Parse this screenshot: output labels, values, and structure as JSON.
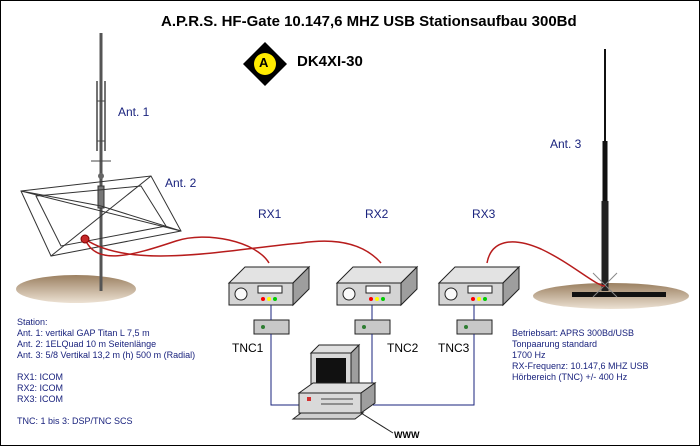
{
  "title": "A.P.R.S. HF-Gate 10.147,6 MHZ USB Stationsaufbau 300Bd",
  "logo_letter": "A",
  "callsign": "DK4XI-30",
  "antennas": {
    "ant1": "Ant. 1",
    "ant2": "Ant. 2",
    "ant3": "Ant. 3"
  },
  "receivers": [
    "RX1",
    "RX2",
    "RX3"
  ],
  "tncs": [
    "TNC1",
    "TNC2",
    "TNC3"
  ],
  "station_lines": [
    "Station:",
    "Ant. 1: vertikal GAP Titan L 7,5 m",
    "Ant. 2: 1ELQuad 10 m Seitenlänge",
    "Ant. 3: 5/8 Vertikal 13,2 m (h) 500 m (Radial)",
    "",
    "RX1: ICOM",
    "RX2: ICOM",
    "RX3: ICOM",
    "",
    "TNC: 1 bis 3: DSP/TNC SCS"
  ],
  "info_lines": [
    "Betriebsart: APRS 300Bd/USB",
    "Tonpaarung standard",
    "1700 Hz",
    "RX-Frequenz: 10.147,6 MHZ USB",
    "Hörbereich (TNC) +/- 400 Hz"
  ],
  "www": "WWW",
  "colors": {
    "text_blue": "#1a237e",
    "cable_red": "#b71c1c",
    "line_blue": "#1a237e",
    "logo_yellow": "#ffeb00"
  }
}
